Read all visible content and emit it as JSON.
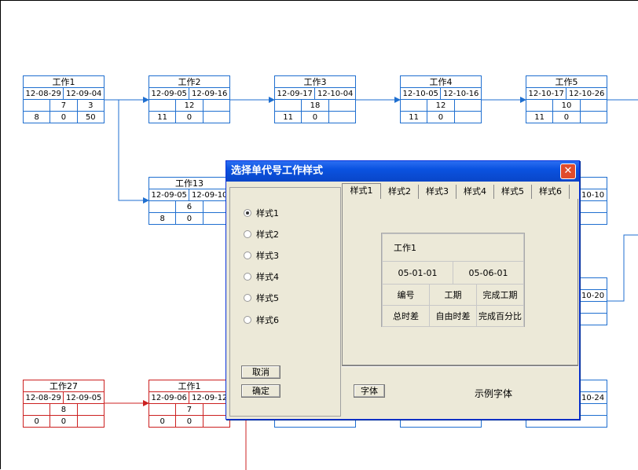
{
  "colors": {
    "network_blue": "#1f6fd0",
    "network_red": "#cc2020",
    "dialog_bg": "#ece9d8",
    "titlebar": "#0a52e0"
  },
  "network": {
    "nodes": [
      {
        "id": "n1",
        "color": "blue",
        "title": "工作1",
        "start": "12-08-29",
        "end": "12-09-04",
        "r2": [
          "",
          "7",
          "3"
        ],
        "r3": [
          "8",
          "0",
          "50"
        ]
      },
      {
        "id": "n2",
        "color": "blue",
        "title": "工作2",
        "start": "12-09-05",
        "end": "12-09-16",
        "r2": [
          "",
          "12",
          ""
        ],
        "r3": [
          "11",
          "0",
          ""
        ]
      },
      {
        "id": "n3",
        "color": "blue",
        "title": "工作3",
        "start": "12-09-17",
        "end": "12-10-04",
        "r2": [
          "",
          "18",
          ""
        ],
        "r3": [
          "11",
          "0",
          ""
        ]
      },
      {
        "id": "n4",
        "color": "blue",
        "title": "工作4",
        "start": "12-10-05",
        "end": "12-10-16",
        "r2": [
          "",
          "12",
          ""
        ],
        "r3": [
          "11",
          "0",
          ""
        ]
      },
      {
        "id": "n5",
        "color": "blue",
        "title": "工作5",
        "start": "12-10-17",
        "end": "12-10-26",
        "r2": [
          "",
          "10",
          ""
        ],
        "r3": [
          "11",
          "0",
          ""
        ]
      },
      {
        "id": "n13",
        "color": "blue",
        "title": "工作13",
        "start": "12-09-05",
        "end": "12-09-10",
        "r2": [
          "",
          "6",
          ""
        ],
        "r3": [
          "8",
          "0",
          ""
        ]
      },
      {
        "id": "n27",
        "color": "red",
        "title": "工作27",
        "start": "12-08-29",
        "end": "12-09-05",
        "r2": [
          "",
          "8",
          ""
        ],
        "r3": [
          "0",
          "0",
          ""
        ]
      },
      {
        "id": "n1b",
        "color": "red",
        "title": "工作1",
        "start": "12-09-06",
        "end": "12-09-12",
        "r2": [
          "",
          "7",
          ""
        ],
        "r3": [
          "0",
          "0",
          ""
        ]
      }
    ],
    "partial_right_1": "10-10",
    "partial_right_2": "10-20",
    "partial_right_3": "10-24"
  },
  "dialog": {
    "title": "选择单代号工作样式",
    "close_glyph": "✕",
    "styles": [
      "样式1",
      "样式2",
      "样式3",
      "样式4",
      "样式5",
      "样式6"
    ],
    "selected_style": "样式1",
    "tabs": [
      "样式1",
      "样式2",
      "样式3",
      "样式4",
      "样式5",
      "样式6"
    ],
    "active_tab": "样式1",
    "cancel_label": "取消",
    "ok_label": "确定",
    "font_label": "字体",
    "sample_text": "示例字体",
    "preview": {
      "name": "工作1",
      "start": "05-01-01",
      "end": "05-06-01",
      "h1": "编号",
      "h2": "工期",
      "h3": "完成工期",
      "f1": "总时差",
      "f2": "自由时差",
      "f3": "完成百分比"
    }
  }
}
